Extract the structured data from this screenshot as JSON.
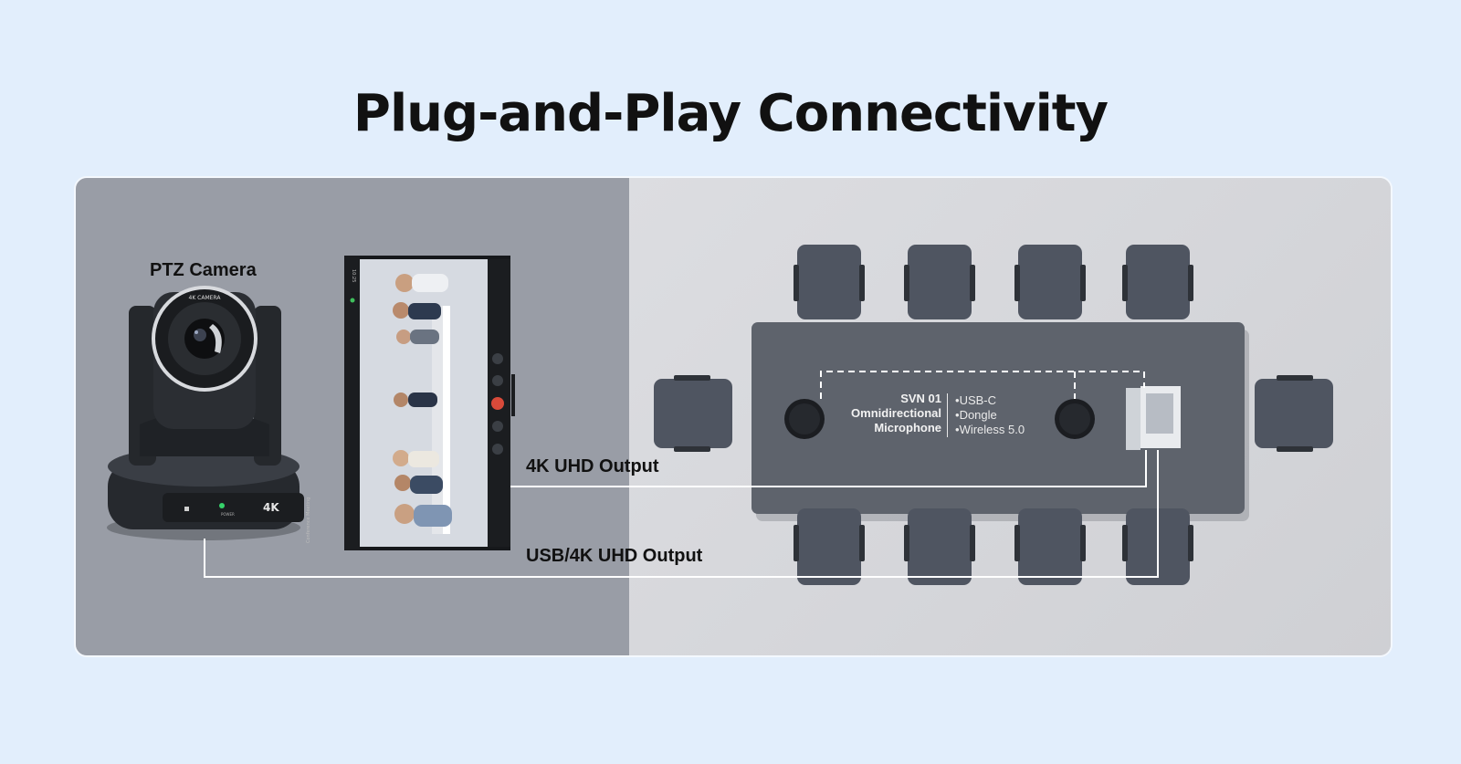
{
  "title": "Plug-and-Play Connectivity",
  "devices": {
    "camera_label": "PTZ Camera",
    "camera_lens_text": "4K CAMERA",
    "camera_badge": "4K",
    "camera_power": "POWER",
    "screen_time": "10:25",
    "screen_caption": "Conference Meeting"
  },
  "connections": {
    "hdmi_label": "4K UHD Output",
    "usb_label": "USB/4K UHD Output"
  },
  "microphone": {
    "name_lines": [
      "SVN 01",
      "Omnidirectional",
      "Microphone"
    ],
    "specs": [
      "USB-C",
      "Dongle",
      "Wireless 5.0"
    ]
  },
  "colors": {
    "background": "#e2eefc",
    "left_zone": "#999da6",
    "right_zone": "#d4d5d9",
    "table": "#5e636c",
    "chair": "#4f5561",
    "cable": "#ffffff"
  }
}
